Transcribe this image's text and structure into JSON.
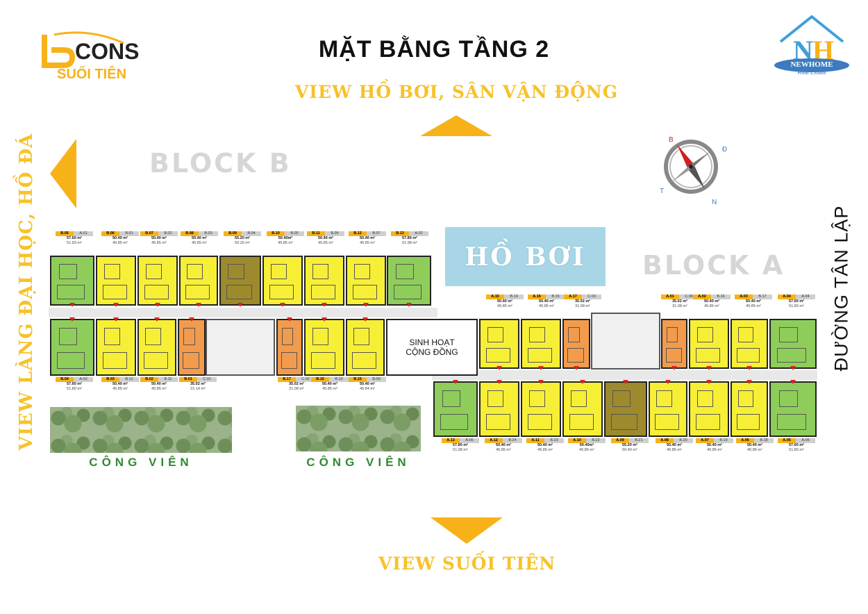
{
  "header": {
    "title": "MẶT BẰNG TẦNG 2",
    "view_top": "VIEW HỒ BƠI, SÂN VẬN ĐỘNG",
    "view_bottom": "VIEW SUỐI TIÊN",
    "view_left": "VIEW LÀNG ĐẠI HỌC, HỒ ĐÁ",
    "road": "ĐƯỜNG TÂN LẬP"
  },
  "logos": {
    "bcons_text": "CONS",
    "bcons_sub": "SUỐI TIÊN",
    "newhome_text": "NEWHOME",
    "newhome_sub": "Real Estate"
  },
  "labels": {
    "block_a": "BLOCK A",
    "block_b": "BLOCK B",
    "pool": "HỒ BƠI",
    "community_line1": "SINH HOẠT",
    "community_line2": "CỘNG ĐỒNG",
    "park_left": "CÔNG VIÊN",
    "park_right": "CÔNG VIÊN"
  },
  "compass": {
    "b": "B",
    "d": "Đ",
    "n": "N",
    "t": "T"
  },
  "colors": {
    "accent": "#f7c22a",
    "yellow_unit": "#f7ef36",
    "green_unit": "#8fcd5b",
    "orange_unit": "#f29b4c",
    "olive_unit": "#9d8a2c",
    "pool": "#a8d6e6"
  },
  "units": {
    "b_top": [
      {
        "code": "B.05",
        "ref": "A.01",
        "a1": "57.60 m²",
        "a2": "51.83 m²",
        "color": "green"
      },
      {
        "code": "B.06",
        "ref": "B.01",
        "a1": "50.40 m²",
        "a2": "45.85 m²",
        "color": "yellow"
      },
      {
        "code": "B.07",
        "ref": "B.02",
        "a1": "50.40 m²",
        "a2": "45.85 m²",
        "color": "yellow"
      },
      {
        "code": "B.08",
        "ref": "B.03",
        "a1": "50.40 m²",
        "a2": "45.85 m²",
        "color": "yellow"
      },
      {
        "code": "B.09",
        "ref": "B.04",
        "a1": "55.20 m²",
        "a2": "50.20 m²",
        "color": "olive"
      },
      {
        "code": "B.10",
        "ref": "B.05",
        "a1": "50.40m²",
        "a2": "45.85 m²",
        "color": "yellow"
      },
      {
        "code": "B.11",
        "ref": "B.06",
        "a1": "50.40 m²",
        "a2": "45.85 m²",
        "color": "yellow"
      },
      {
        "code": "B.12",
        "ref": "B.07",
        "a1": "50.40 m²",
        "a2": "45.85 m²",
        "color": "yellow"
      },
      {
        "code": "B.13",
        "ref": "A.02",
        "a1": "57.80 m²",
        "a2": "51.98 m²",
        "color": "green"
      }
    ],
    "b_bottom": [
      {
        "code": "B.04",
        "ref": "A.03",
        "a1": "57.60 m²",
        "a2": "51.80 m²",
        "color": "green"
      },
      {
        "code": "B.03",
        "ref": "B.12",
        "a1": "50.40 m²",
        "a2": "45.85 m²",
        "color": "yellow"
      },
      {
        "code": "B.02",
        "ref": "B.11",
        "a1": "50.40 m²",
        "a2": "45.85 m²",
        "color": "yellow"
      },
      {
        "code": "B.01",
        "ref": "C.01",
        "a1": "35.02 m²",
        "a2": "31.14 m²",
        "color": "orange"
      },
      {
        "code": "B.17",
        "ref": "C.02",
        "a1": "35.02 m²",
        "a2": "31.08 m²",
        "color": "orange"
      },
      {
        "code": "B.16",
        "ref": "B.10",
        "a1": "50.40 m²",
        "a2": "45.85 m²",
        "color": "yellow"
      },
      {
        "code": "B.15",
        "ref": "B.09",
        "a1": "50.40 m²",
        "a2": "45.84 m²",
        "color": "yellow"
      }
    ],
    "a_top": [
      {
        "code": "A.15",
        "ref": "B.14",
        "a1": "50.40 m²",
        "a2": "45.85 m²",
        "color": "yellow"
      },
      {
        "code": "A.16",
        "ref": "B.15",
        "a1": "50.40 m²",
        "a2": "45.85 m²",
        "color": "yellow"
      },
      {
        "code": "A.17",
        "ref": "C.03",
        "a1": "35.02 m²",
        "a2": "31.08 m²",
        "color": "orange"
      },
      {
        "code": "A.01",
        "ref": "C.06",
        "a1": "35.02 m²",
        "a2": "31.08 m²",
        "color": "orange"
      },
      {
        "code": "A.02",
        "ref": "B.16",
        "a1": "50.40 m²",
        "a2": "45.85 m²",
        "color": "yellow"
      },
      {
        "code": "A.03",
        "ref": "B.17",
        "a1": "50.40 m²",
        "a2": "45.85 m²",
        "color": "yellow"
      },
      {
        "code": "A.04",
        "ref": "A.04",
        "a1": "57.60 m²",
        "a2": "51.80 m²",
        "color": "green"
      }
    ],
    "a_bottom": [
      {
        "code": "A.13",
        "ref": "A.06",
        "a1": "57.80 m²",
        "a2": "51.98 m²",
        "color": "green"
      },
      {
        "code": "A.12",
        "ref": "B.24",
        "a1": "50.40 m²",
        "a2": "45.85 m²",
        "color": "yellow"
      },
      {
        "code": "A.11",
        "ref": "B.23",
        "a1": "50.40 m²",
        "a2": "45.85 m²",
        "color": "yellow"
      },
      {
        "code": "A.10",
        "ref": "B.22",
        "a1": "50.40m²",
        "a2": "45.85 m²",
        "color": "yellow"
      },
      {
        "code": "A.09",
        "ref": "B.21",
        "a1": "55.20 m²",
        "a2": "50.40 m²",
        "color": "olive"
      },
      {
        "code": "A.08",
        "ref": "B.20",
        "a1": "50.40 m²",
        "a2": "45.85 m²",
        "color": "yellow"
      },
      {
        "code": "A.07",
        "ref": "B.19",
        "a1": "50.40 m²",
        "a2": "45.85 m²",
        "color": "yellow"
      },
      {
        "code": "A.06",
        "ref": "B.18",
        "a1": "50.40 m²",
        "a2": "45.85 m²",
        "color": "yellow"
      },
      {
        "code": "A.05",
        "ref": "A.05",
        "a1": "57.60 m²",
        "a2": "51.80 m²",
        "color": "green"
      }
    ]
  }
}
